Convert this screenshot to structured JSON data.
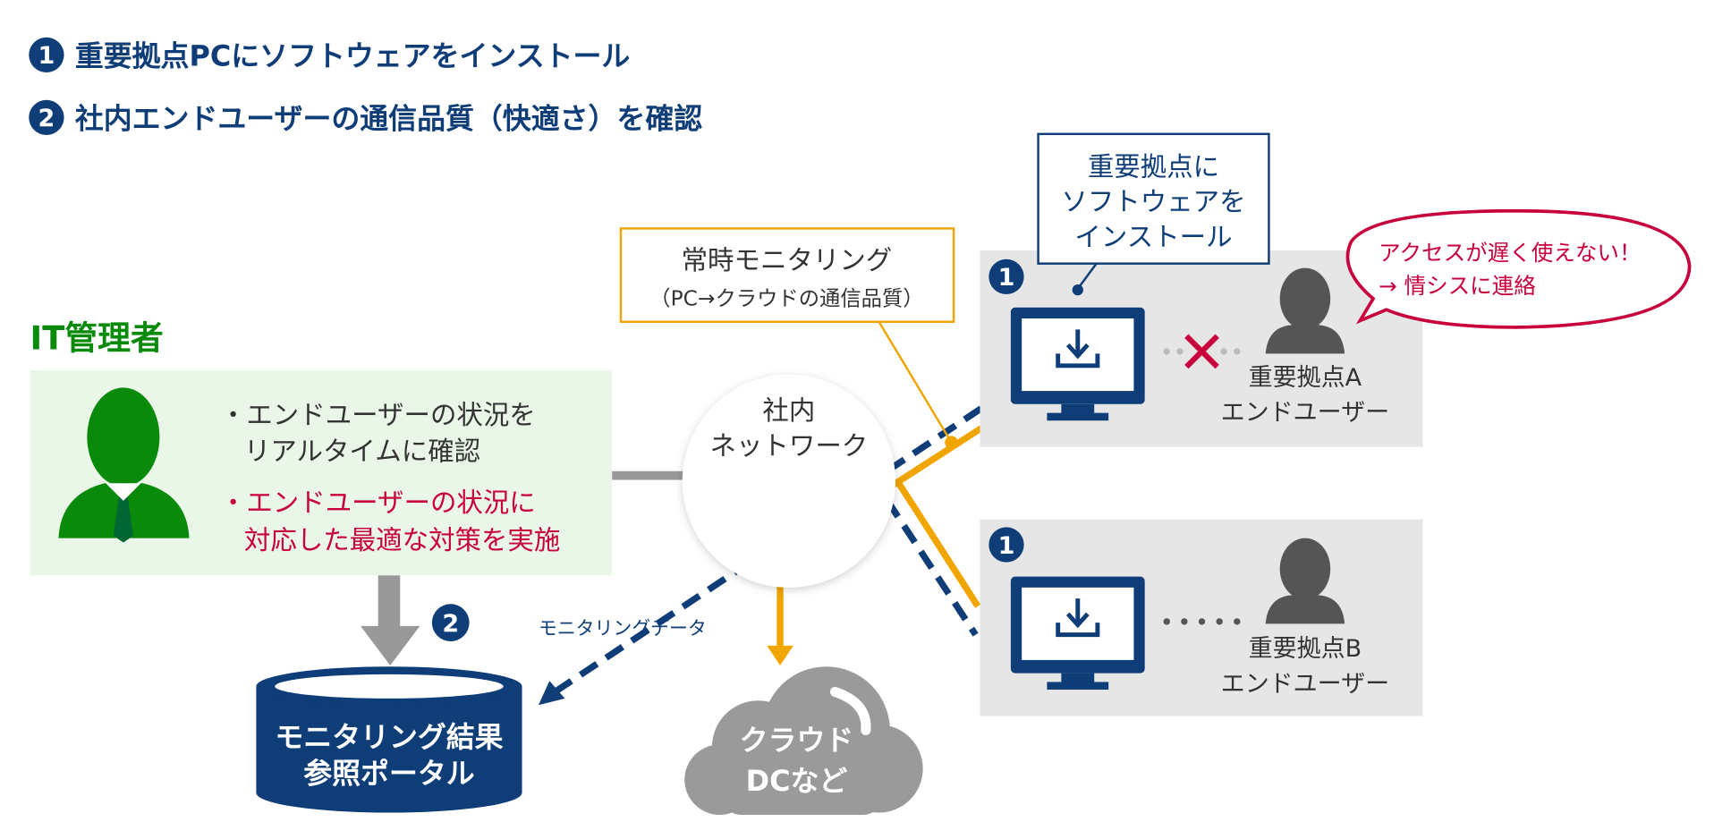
{
  "colors": {
    "navy": "#0f3d78",
    "green": "#0a8a0a",
    "orange": "#f0a500",
    "red": "#c8003c",
    "gray": "#999999",
    "panel_gray": "#e6e6e6",
    "panel_green": "#eaf6e8"
  },
  "steps": [
    {
      "badge": "1",
      "text": "重要拠点PCにソフトウェアをインストール"
    },
    {
      "badge": "2",
      "text": "社内エンドユーザーの通信品質（快適さ）を確認"
    }
  ],
  "admin": {
    "title": "IT管理者",
    "icon": "person-icon",
    "bullets": [
      {
        "lines": [
          "・エンドユーザーの状況を",
          "リアルタイムに確認"
        ]
      },
      {
        "lines": [
          "・エンドユーザーの状況に",
          "対応した最適な対策を実施"
        ],
        "color": "#c8003c"
      }
    ]
  },
  "network": {
    "lines": [
      "社内",
      "ネットワーク"
    ]
  },
  "monitoring_box": {
    "lines": [
      "常時モニタリング",
      "（PC→クラウドの通信品質）"
    ]
  },
  "monitoring_data_label": "モニタリングデータ",
  "portal": {
    "badge": "2",
    "lines": [
      "モニタリング結果",
      "参照ポータル"
    ]
  },
  "cloud": {
    "lines": [
      "クラウド",
      "DCなど"
    ]
  },
  "install_callout": {
    "lines": [
      "重要拠点に",
      "ソフトウェアを",
      "インストール"
    ]
  },
  "speech_bubble": {
    "lines": [
      "アクセスが遅く使えない！",
      "→ 情シスに連絡"
    ]
  },
  "sites": [
    {
      "badge": "1",
      "lines": [
        "重要拠点A",
        "エンドユーザー"
      ],
      "connection": "failed"
    },
    {
      "badge": "1",
      "lines": [
        "重要拠点B",
        "エンドユーザー"
      ],
      "connection": "ok"
    }
  ]
}
